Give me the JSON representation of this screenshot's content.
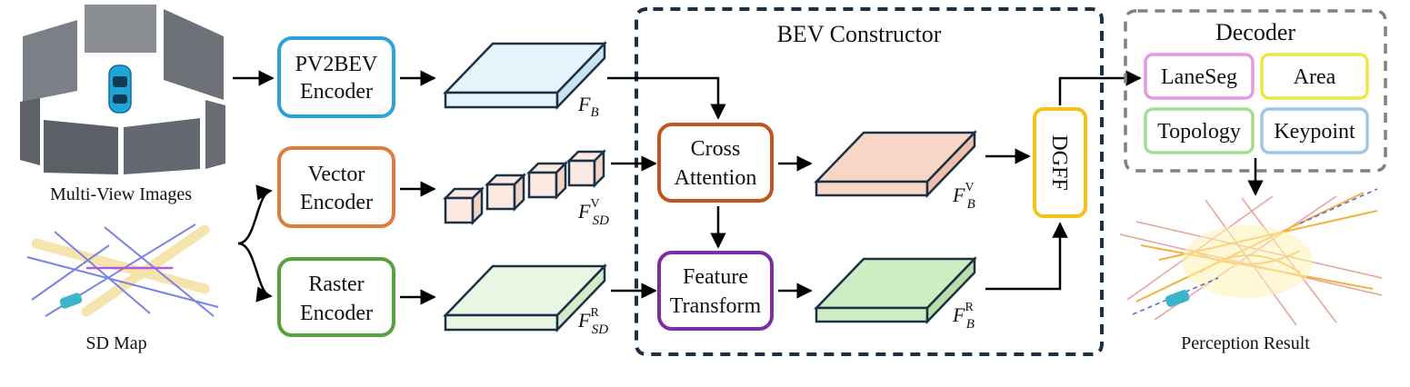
{
  "inputs": {
    "multi_view_label": "Multi-View Images",
    "sd_map_label": "SD Map"
  },
  "encoders": {
    "pv2bev": [
      "PV2BEV",
      "Encoder"
    ],
    "vector": [
      "Vector",
      "Encoder"
    ],
    "raster": [
      "Raster",
      "Encoder"
    ]
  },
  "features": {
    "fb": {
      "sym": "F",
      "sub": "B",
      "sup": ""
    },
    "fsd_v": {
      "sym": "F",
      "sub": "SD",
      "sup": "V"
    },
    "fsd_r": {
      "sym": "F",
      "sub": "SD",
      "sup": "R"
    },
    "fb_v": {
      "sym": "F",
      "sub": "B",
      "sup": "V"
    },
    "fb_r": {
      "sym": "F",
      "sub": "B",
      "sup": "R"
    }
  },
  "bev_constructor": {
    "title": "BEV Constructor",
    "cross_attention": [
      "Cross",
      "Attention"
    ],
    "feature_transform": [
      "Feature",
      "Transform"
    ]
  },
  "dgff_label": "DGFF",
  "decoder": {
    "title": "Decoder",
    "heads": [
      "LaneSeg",
      "Area",
      "Topology",
      "Keypoint"
    ]
  },
  "output_label": "Perception Result",
  "colors": {
    "pv2bev": "#2ba3d6",
    "vector": "#e07b3c",
    "raster": "#57a33a",
    "cross_attention": "#c0561e",
    "feature_transform": "#7b2fa3",
    "dgff": "#f5c21a",
    "laneseg": "#e39adf",
    "area": "#efe645",
    "topology": "#a6dc8f",
    "keypoint": "#a2c6e6",
    "bev_border": "#1a3146",
    "decoder_border": "#808080",
    "fb_fill": "#e6f3fa",
    "fsd_v_fill": "#fbe9e2",
    "fsd_r_fill": "#eaf6e4",
    "fbv_fill": "#f8d6c6",
    "fbr_fill": "#cfedc3"
  }
}
